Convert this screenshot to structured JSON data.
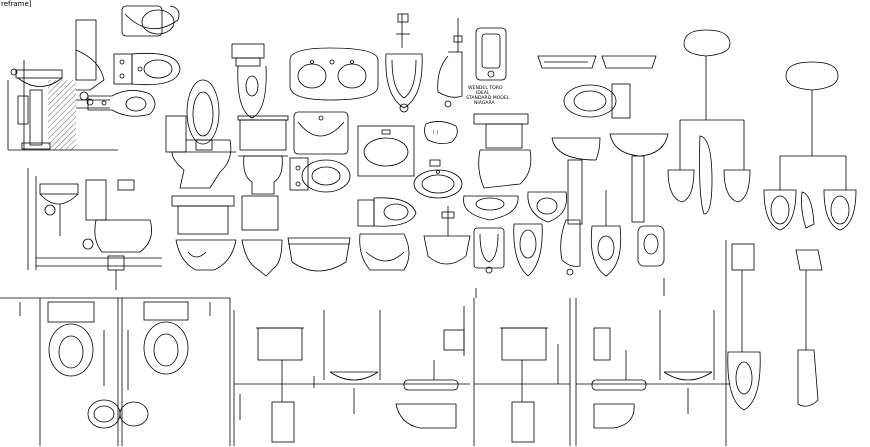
{
  "frame_label": "reframe]",
  "notes": {
    "urinal_spec": [
      "WENDEL TORO",
      "IDEAL",
      "STANDARD MODEL",
      "NIAGARA"
    ],
    "flush_tag": "[ ]"
  }
}
